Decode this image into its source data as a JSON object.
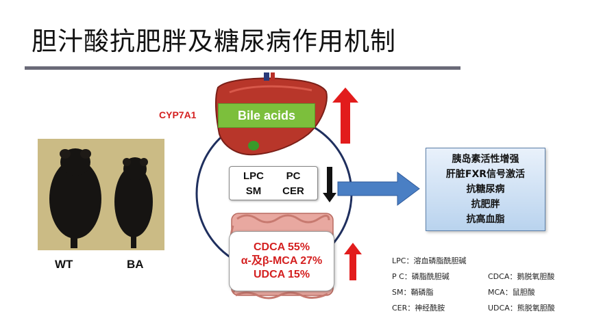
{
  "title": "胆汁酸抗肥胖及糖尿病作用机制",
  "mice": {
    "wt_label": "WT",
    "ba_label": "BA"
  },
  "enzyme_label": "CYP7A1",
  "bile_acids_label": "Bile acids",
  "lipids": [
    "LPC",
    "PC",
    "SM",
    "CER"
  ],
  "bile_acid_composition": [
    "CDCA 55%",
    "α-及β-MCA 27%",
    "UDCA 15%"
  ],
  "effects": [
    "胰岛素活性增强",
    "肝脏FXR信号激活",
    "抗糖尿病",
    "抗肥胖",
    "抗高血脂"
  ],
  "legend": [
    {
      "left": "LPC：溶血磷脂酰胆碱",
      "right": ""
    },
    {
      "left": "P C：磷脂酰胆碱",
      "right": "CDCA：鹅脱氧胆酸"
    },
    {
      "left": "SM：鞘磷脂",
      "right": "MCA：鼠胆酸"
    },
    {
      "left": "CER：神经酰胺",
      "right": "UDCA：熊脱氧胆酸"
    }
  ],
  "colors": {
    "up_arrow": "#e21c1c",
    "down_arrow": "#111111",
    "flow_arrow": "#4a7fc4",
    "bile_box": "#7cbf3c",
    "effects_box": "#c9dcf2",
    "text_red": "#d42020"
  }
}
